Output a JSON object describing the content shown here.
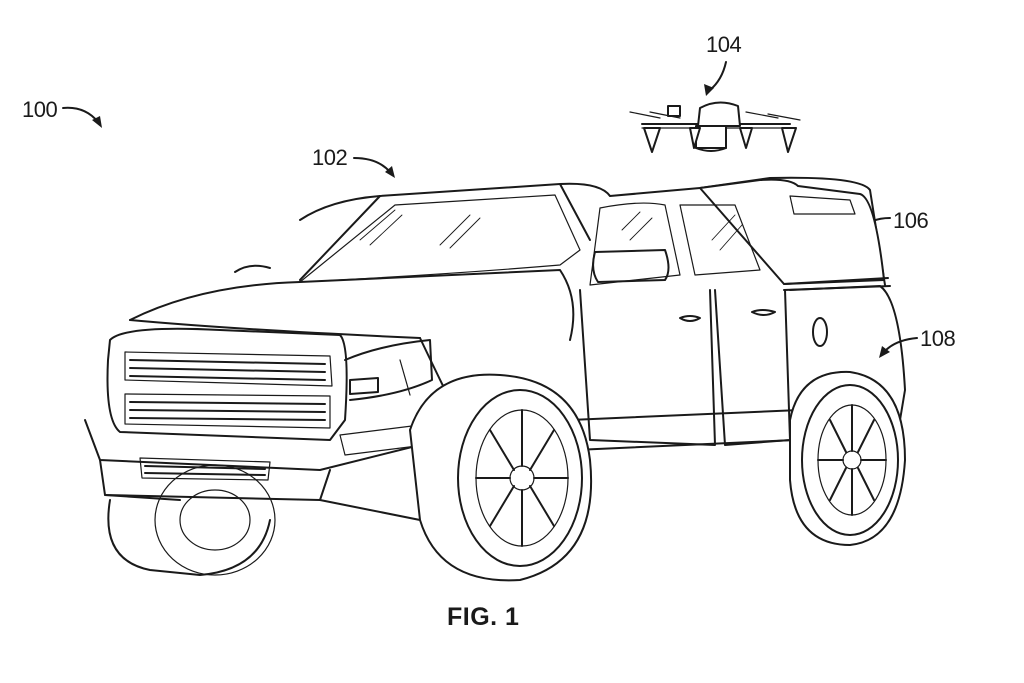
{
  "figure": {
    "caption": "FIG. 1",
    "reference_numerals": {
      "system": "100",
      "vehicle": "102",
      "drone": "104",
      "truck_cap": "106",
      "truck_bed": "108"
    },
    "subjects": [
      "pickup truck with cap",
      "quadcopter drone"
    ]
  }
}
